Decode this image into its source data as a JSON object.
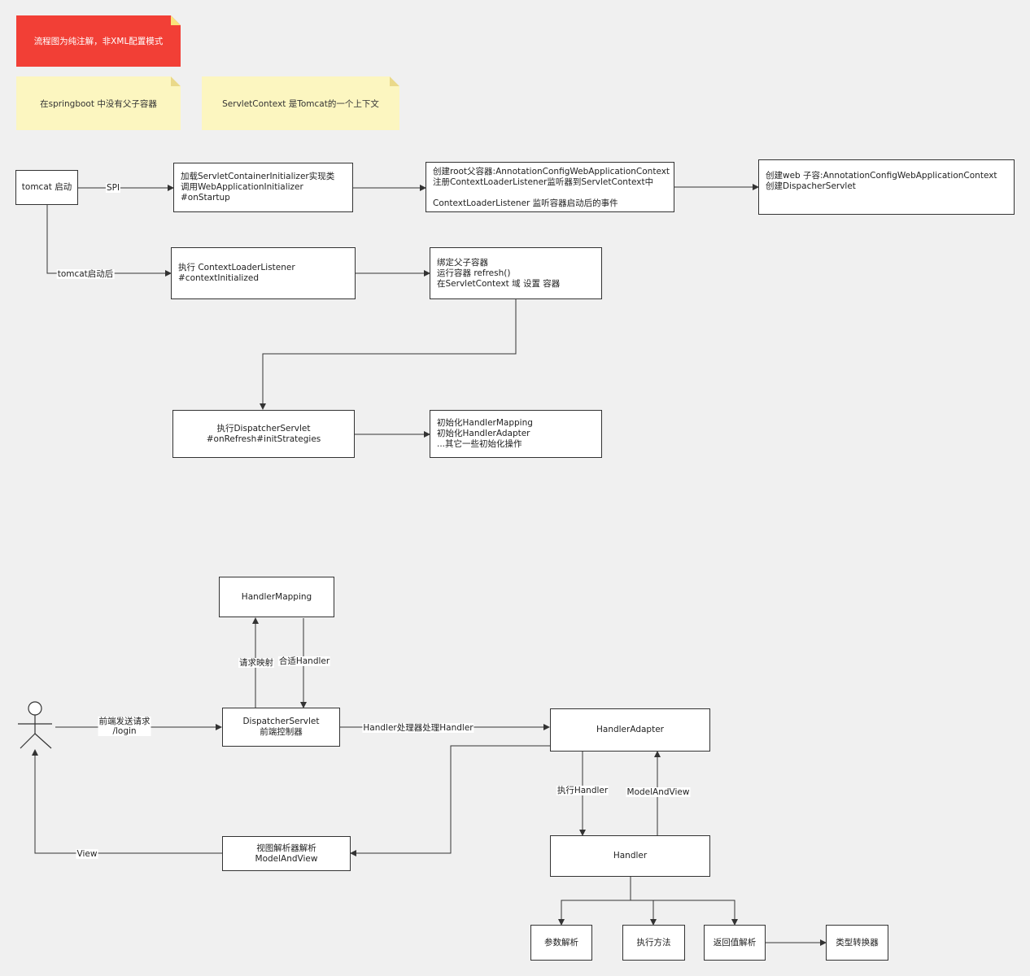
{
  "notes": {
    "red": "流程图为纯注解，非XML配置模式",
    "springboot": "在springboot 中没有父子容器",
    "servlet_context": "ServletContext 是Tomcat的一个上下文"
  },
  "startup": {
    "tomcat": "tomcat 启动",
    "load_initializer": "加载ServletContainerInitializer实现类\n调用WebApplicationInitializer\n#onStartup",
    "create_root": "创建root父容器:AnnotationConfigWebApplicationContext\n注册ContextLoaderListener监听器到ServletContext中\n\nContextLoaderListener 监听容器启动后的事件",
    "create_web": "创建web 子容:AnnotationConfigWebApplicationContext\n创建DispacherServlet",
    "context_initialized": "执行 ContextLoaderListener\n#contextInitialized",
    "bind_containers": "绑定父子容器\n运行容器 refresh()\n在ServletContext 域 设置 容器",
    "dispatcher_refresh": "执行DispatcherServlet\n#onRefresh#initStrategies",
    "init_strategies": "初始化HandlerMapping\n初始化HandlerAdapter\n...其它一些初始化操作"
  },
  "startup_edges": {
    "spi": "SPI",
    "after_start": "tomcat启动后"
  },
  "request": {
    "handler_mapping": "HandlerMapping",
    "dispatcher": "DispatcherServlet\n前端控制器",
    "handler_adapter": "HandlerAdapter",
    "handler": "Handler",
    "view_resolver": "视图解析器解析\nModelAndView",
    "param_resolve": "参数解析",
    "execute_method": "执行方法",
    "return_resolve": "返回值解析",
    "type_converter": "类型转换器"
  },
  "request_edges": {
    "send_request": "前端发送请求\n/login",
    "request_mapping": "请求映射",
    "suitable_handler": "合适Handler",
    "adapter_handle": "Handler处理器处理Handler",
    "execute_handler": "执行Handler",
    "model_and_view": "ModelAndView",
    "view": "View"
  },
  "colors": {
    "red_note": "#f23f36",
    "yellow_note": "#fcf6c0",
    "background": "#f0f0f0",
    "line": "#333333"
  }
}
